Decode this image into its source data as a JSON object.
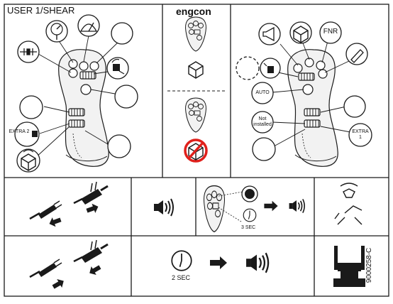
{
  "header": {
    "title": "USER 1/SHEAR",
    "brand": "engcon",
    "doc_id": "9000258-C"
  },
  "left_panel": {
    "extra2_label": "EXTRA 2"
  },
  "right_panel": {
    "fnr_label": "FNR",
    "auto_label": "AUTO",
    "not_installed_label": "Not installed",
    "extra1_label": "EXTRA 1"
  },
  "bottom_row1": {
    "timer_label": "3 SEC"
  },
  "bottom_row2": {
    "timer_label": "2 SEC"
  },
  "colors": {
    "line": "#1a1a1a",
    "prohibit_red": "#e0201b",
    "joystick_fill": "#f2f2f2"
  }
}
